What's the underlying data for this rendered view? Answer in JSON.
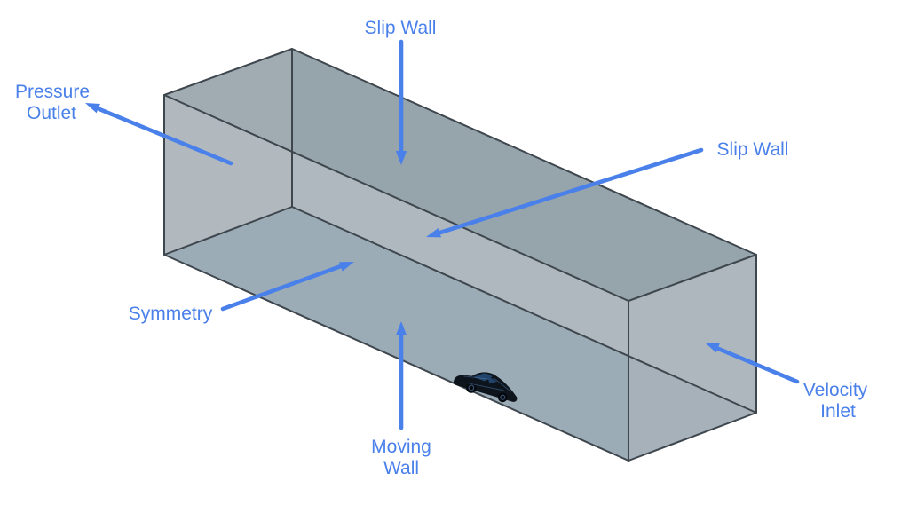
{
  "labels": {
    "slip_wall_top": "Slip Wall",
    "pressure_outlet_line1": "Pressure",
    "pressure_outlet_line2": "Outlet",
    "slip_wall_side": "Slip Wall",
    "symmetry": "Symmetry",
    "moving_wall_line1": "Moving",
    "moving_wall_line2": "Wall",
    "velocity_inlet_line1": "Velocity",
    "velocity_inlet_line2": "Inlet"
  },
  "colors": {
    "background": "#ffffff",
    "label_blue": "#4a80ea",
    "edge_dark": "#3f474e",
    "face_top": "#96a4ac",
    "face_left": "#b1b9bf",
    "face_left_upper": "#a0abb2",
    "face_far_wall": "#aeb8be",
    "face_floor": "#9cacb6",
    "face_right_upper": "#adb7bd",
    "face_right_lower": "#a7b1b9",
    "car_body": "#0d141b",
    "car_glass": "#22436a",
    "car_wheel": "#05090e"
  }
}
